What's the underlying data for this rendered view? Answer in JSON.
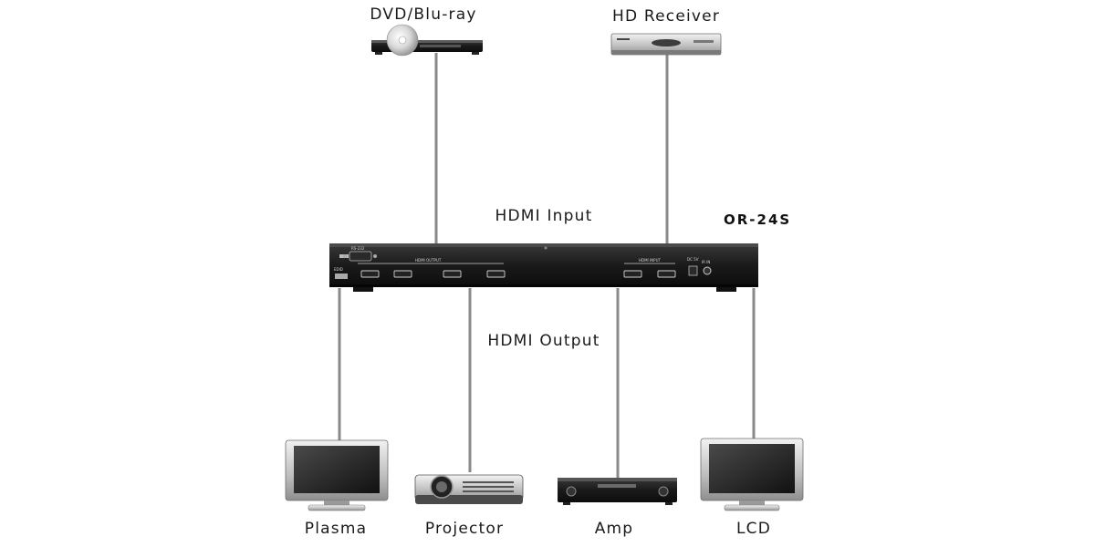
{
  "sources": [
    {
      "label": "DVD/Blu-ray",
      "icon": "dvd-player-icon"
    },
    {
      "label": "HD Receiver",
      "icon": "hd-receiver-icon"
    }
  ],
  "device": {
    "model": "OR-24S",
    "input_label": "HDMI Input",
    "output_label": "HDMI Output",
    "panel_labels": {
      "rs232": "RS-232",
      "edid": "EDID",
      "hdmi_output": "HDMI OUTPUT",
      "hdmi_input": "HDMI INPUT",
      "dc": "DC 5V",
      "ir": "IR IN"
    }
  },
  "outputs": [
    {
      "label": "Plasma",
      "icon": "plasma-tv-icon"
    },
    {
      "label": "Projector",
      "icon": "projector-icon"
    },
    {
      "label": "Amp",
      "icon": "amplifier-icon"
    },
    {
      "label": "LCD",
      "icon": "lcd-tv-icon"
    }
  ],
  "colors": {
    "cable": "#8a8a8a",
    "device_body": "#1c1c1c",
    "background": "#ffffff"
  }
}
